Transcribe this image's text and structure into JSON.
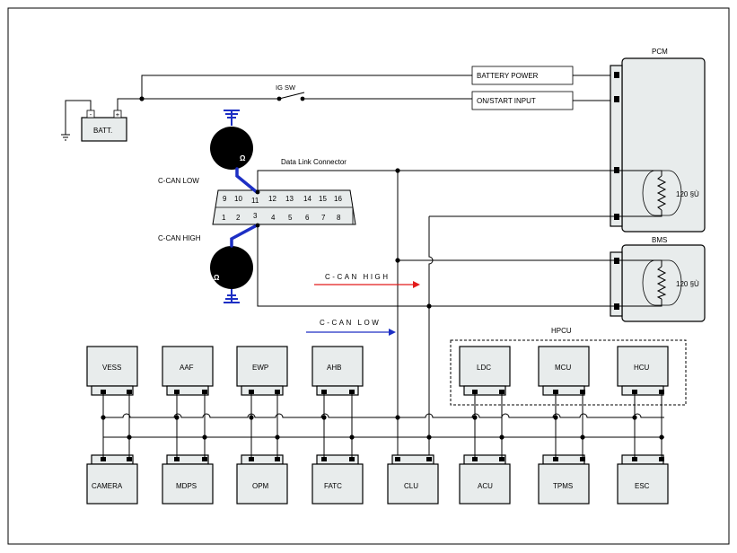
{
  "battery": {
    "label": "BATT.",
    "minus": "-",
    "plus": "+"
  },
  "ignition": {
    "label": "IG SW"
  },
  "inputs": {
    "battery_power": "BATTERY POWER",
    "on_start": "ON/START INPUT"
  },
  "pcm": {
    "label": "PCM",
    "resistor": "120  §Ù"
  },
  "bms": {
    "label": "BMS",
    "resistor": "120  §Ù"
  },
  "dlc": {
    "label": "Data Link Connector",
    "top_pins": [
      "9",
      "10",
      "11",
      "12",
      "13",
      "14",
      "15",
      "16"
    ],
    "bottom_pins": [
      "1",
      "2",
      "3",
      "4",
      "5",
      "6",
      "7",
      "8"
    ],
    "can_low_label": "C-CAN LOW",
    "can_high_label": "C-CAN HIGH",
    "ground_symbol": "Ω"
  },
  "flow": {
    "can_high": "C-CAN HIGH",
    "can_low": "C-CAN LOW",
    "high_color": "#e21b1b",
    "low_color": "#1d2fc4"
  },
  "hpcu": {
    "label": "HPCU",
    "modules": [
      "LDC",
      "MCU",
      "HCU"
    ]
  },
  "top_modules": [
    "VESS",
    "AAF",
    "EWP",
    "AHB"
  ],
  "bottom_modules": [
    "CAMERA",
    "MDPS",
    "OPM",
    "FATC",
    "CLU",
    "ACU",
    "TPMS",
    "ESC"
  ]
}
